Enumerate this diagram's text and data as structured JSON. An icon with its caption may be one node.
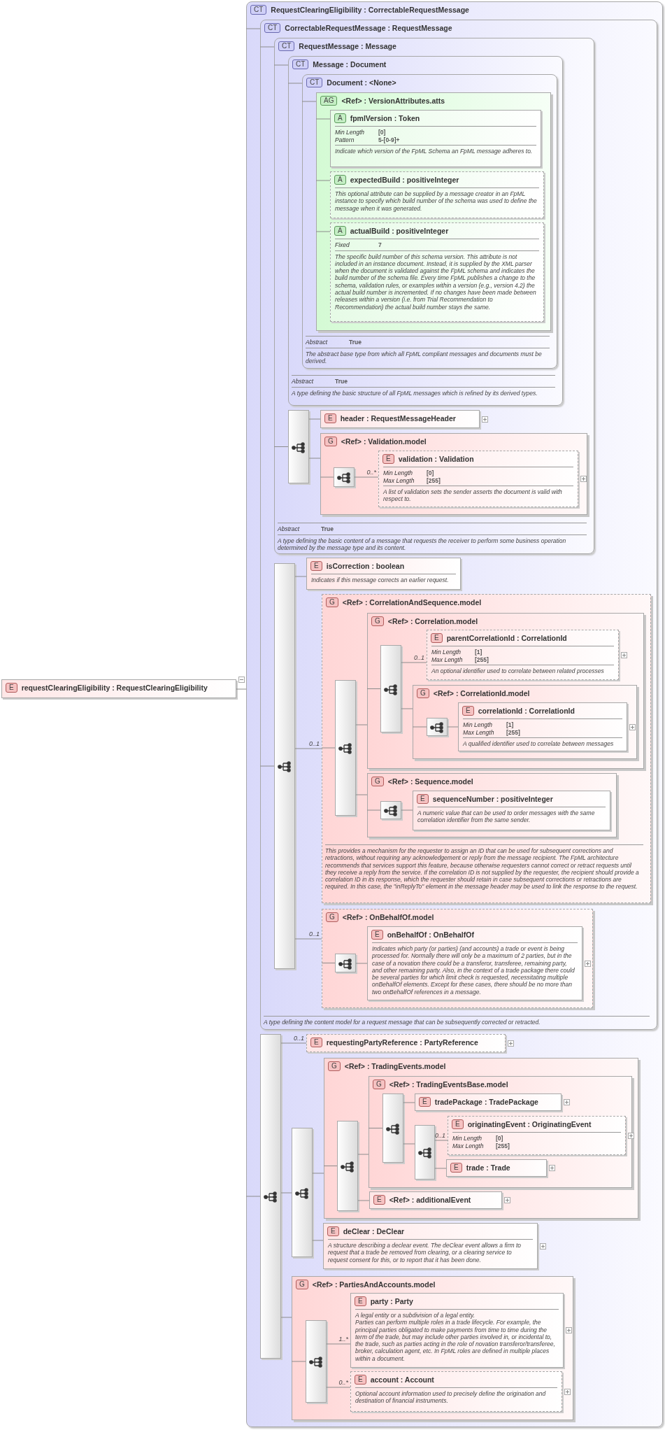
{
  "diagram": {
    "nodes": [
      {
        "text": [
          "E",
          "requestClearingEligibility : RequestClearingEligibility"
        ]
      },
      {
        "text": [
          "CT",
          "RequestClearingEligibility : CorrectableRequestMessage"
        ]
      },
      {
        "text": [
          "CT",
          "CorrectableRequestMessage : RequestMessage",
          "A type defining the content model for a request message that can be subsequently corrected or retracted."
        ],
        "in": 1
      },
      {
        "text": [
          "CT",
          "RequestMessage : Message",
          "Abstract",
          "True",
          "A type defining the basic content of a message that requests the receiver to perform some business operation determined by the message type and its content."
        ],
        "in": 2
      },
      {
        "text": [
          "CT",
          "Message : Document",
          "Abstract",
          "True",
          "A type defining the basic structure of all FpML messages which is refined by its derived types."
        ],
        "in": 3
      },
      {
        "text": [
          "CT",
          "Document : <None>",
          "Abstract",
          "True",
          "The abstract base type from which all FpML compliant messages and documents must be derived."
        ],
        "in": 4
      },
      {
        "text": [
          "AG",
          "<Ref> : VersionAttributes.atts"
        ],
        "in": 5
      },
      {
        "text": [
          "A",
          "fpmlVersion : Token",
          "Min Length",
          "[0]",
          "Pattern",
          "5-[0-9]+",
          "Indicate which version of the FpML Schema an FpML message adheres to."
        ],
        "in": 6
      },
      {
        "text": [
          "A",
          "expectedBuild : positiveInteger",
          "This optional attribute can be supplied by a message creator in an FpML instance to specify which build number of the schema was used to define the message when it was generated."
        ],
        "in": 6
      },
      {
        "text": [
          "A",
          "actualBuild : positiveInteger",
          "Fixed",
          "7",
          "The specific build number of this schema version. This attribute is not included in an instance document. Instead, it is supplied by the XML parser when the document is validated against the FpML schema and indicates the build number of the schema file. Every time FpML publishes a change to the schema, validation rules, or examples within a version (e.g., version 4.2) the actual build number is incremented. If no changes have been made between releases within a version (i.e. from Trial Recommendation to Recommendation) the actual build number stays the same."
        ],
        "in": 6
      },
      {
        "text": [],
        "shape": "box",
        "in": 3
      },
      {
        "text": [
          "E",
          "header : RequestMessageHeader"
        ],
        "in": 3
      },
      {
        "text": [
          "G",
          "<Ref> : Validation.model"
        ],
        "in": 3
      },
      {
        "text": [],
        "shape": "box",
        "in": 12
      },
      {
        "text": [
          "E",
          "validation : Validation",
          "Min Length",
          "[0]",
          "Max Length",
          "[255]",
          "A list of validation sets the sender asserts the document is valid with respect to."
        ],
        "in": 12
      },
      {
        "text": [],
        "shape": "box",
        "in": 2
      },
      {
        "text": [
          "E",
          "isCorrection : boolean",
          "Indicates if this message corrects an earlier request."
        ],
        "in": 2
      },
      {
        "text": [
          "G",
          "<Ref> : CorrelationAndSequence.model",
          "This provides a mechanism for the requester to assign an ID that can be used for subsequent corrections and retractions, without requiring any acknowledgement or reply from the message recipient. The FpML architecture recommends that services support this feature, because otherwise requesters cannot correct or retract requests until they receive a reply from the service. If the correlation ID is not supplied by the requester, the recipient should provide a correlation ID in its response, which the requester should retain in case subsequent corrections or retractions are required. In this case, the \"inReplyTo\" element in the message header may be used to link the response to the request."
        ],
        "in": 2
      },
      {
        "text": [],
        "shape": "box",
        "in": 17
      },
      {
        "text": [
          "G",
          "<Ref> : Correlation.model"
        ],
        "in": 17
      },
      {
        "text": [],
        "shape": "box",
        "in": 19
      },
      {
        "text": [
          "E",
          "parentCorrelationId : CorrelationId",
          "Min Length",
          "[1]",
          "Max Length",
          "[255]",
          "An optional identifier used to correlate between related processes"
        ],
        "in": 19
      },
      {
        "text": [
          "G",
          "<Ref> : CorrelationId.model"
        ],
        "in": 19
      },
      {
        "text": [],
        "shape": "box",
        "in": 22
      },
      {
        "text": [
          "E",
          "correlationId : CorrelationId",
          "Min Length",
          "[1]",
          "Max Length",
          "[255]",
          "A qualified identifier used to correlate between messages"
        ],
        "in": 22
      },
      {
        "text": [
          "G",
          "<Ref> : Sequence.model"
        ],
        "in": 17
      },
      {
        "text": [],
        "shape": "box",
        "in": 25
      },
      {
        "text": [
          "E",
          "sequenceNumber : positiveInteger",
          "A numeric value that can be used to order messages with the same correlation identifier from the same sender."
        ],
        "in": 25
      },
      {
        "text": [
          "G",
          "<Ref> : OnBehalfOf.model"
        ],
        "in": 2
      },
      {
        "text": [],
        "shape": "box",
        "in": 28
      },
      {
        "text": [
          "E",
          "onBehalfOf : OnBehalfOf",
          "Indicates which party (or parties) (and accounts) a trade or event is being processed for. Normally there will only be a maximum of 2 parties, but in the case of a novation there could be a transferor, transferee, remaining party, and other remaining party. Also, in the context of a trade package there could be several parties for which limit check is requested, necessitating multiple onBehalfOf elements. Except for these cases, there should be no more than two onBehalfOf references in a message."
        ],
        "in": 28
      },
      {
        "text": [],
        "shape": "box",
        "in": 1
      },
      {
        "text": [
          "E",
          "requestingPartyReference : PartyReference"
        ],
        "in": 1
      },
      {
        "text": [],
        "shape": "box",
        "in": 1
      },
      {
        "text": [
          "G",
          "<Ref> : TradingEvents.model"
        ],
        "in": 1
      },
      {
        "text": [],
        "shape": "box",
        "in": 34
      },
      {
        "text": [
          "G",
          "<Ref> : TradingEventsBase.model"
        ],
        "in": 34
      },
      {
        "text": [],
        "shape": "box",
        "in": 36
      },
      {
        "text": [
          "E",
          "tradePackage : TradePackage"
        ],
        "in": 36
      },
      {
        "text": [],
        "shape": "box",
        "in": 36
      },
      {
        "text": [
          "E",
          "originatingEvent : OriginatingEvent",
          "Min Length",
          "[0]",
          "Max Length",
          "[255]"
        ],
        "in": 36
      },
      {
        "text": [
          "E",
          "trade : Trade"
        ],
        "in": 36
      },
      {
        "text": [
          "E",
          "<Ref> : additionalEvent"
        ],
        "in": 34
      },
      {
        "text": [
          "E",
          "deClear : DeClear",
          "A structure describing a declear event. The deClear event allows a firm to request that a trade be removed from clearing, or a clearing service to request consent for this, or to report that it has been done."
        ],
        "in": 1
      },
      {
        "text": [
          "G",
          "<Ref> : PartiesAndAccounts.model"
        ],
        "in": 1
      },
      {
        "text": [],
        "shape": "box",
        "in": 44
      },
      {
        "text": [
          "E",
          "party : Party",
          "A legal entity or a subdivision of a legal entity.",
          "Parties can perform multiple roles in a trade lifecycle. For example, the principal parties obligated to make payments from time to time during the term of the trade, but may include other parties involved in, or incidental to, the trade, such as parties acting in the role of novation transferor/transferee, broker, calculation agent, etc. In FpML roles are defined in multiple places within a document."
        ],
        "in": 44
      },
      {
        "text": [
          "E",
          "account : Account",
          "Optional account information used to precisely define the origination and destination of financial instruments."
        ],
        "in": 44
      }
    ],
    "edges": [
      {
        "from": 0,
        "to": 1,
        "arrow": "none"
      },
      {
        "from": 1,
        "to": 2,
        "arrow": "none"
      },
      {
        "from": 1,
        "to": 31,
        "arrow": "none"
      },
      {
        "from": 2,
        "to": 3,
        "arrow": "none"
      },
      {
        "from": 2,
        "to": 15,
        "arrow": "none"
      },
      {
        "from": 3,
        "to": 4,
        "arrow": "none"
      },
      {
        "from": 3,
        "to": 10,
        "arrow": "none"
      },
      {
        "from": 4,
        "to": 5,
        "arrow": "none"
      },
      {
        "from": 5,
        "to": 6,
        "arrow": "none"
      },
      {
        "from": 6,
        "to": 7,
        "arrow": "none"
      },
      {
        "from": 6,
        "to": 8,
        "arrow": "none"
      },
      {
        "from": 6,
        "to": 9,
        "arrow": "none"
      },
      {
        "from": 10,
        "to": 11,
        "arrow": "none"
      },
      {
        "from": 10,
        "to": 12,
        "arrow": "none"
      },
      {
        "from": 12,
        "to": 13,
        "arrow": "none"
      },
      {
        "from": 13,
        "to": 14,
        "arrow": "none",
        "label": "0..*"
      },
      {
        "from": 15,
        "to": 16,
        "arrow": "none"
      },
      {
        "from": 15,
        "to": 17,
        "arrow": "none",
        "label": "0..1"
      },
      {
        "from": 15,
        "to": 28,
        "arrow": "none",
        "label": "0..1"
      },
      {
        "from": 17,
        "to": 18,
        "arrow": "none"
      },
      {
        "from": 18,
        "to": 19,
        "arrow": "none"
      },
      {
        "from": 18,
        "to": 25,
        "arrow": "none"
      },
      {
        "from": 19,
        "to": 20,
        "arrow": "none"
      },
      {
        "from": 20,
        "to": 21,
        "arrow": "none",
        "label": "0..1"
      },
      {
        "from": 20,
        "to": 22,
        "arrow": "none"
      },
      {
        "from": 22,
        "to": 23,
        "arrow": "none"
      },
      {
        "from": 23,
        "to": 24,
        "arrow": "none"
      },
      {
        "from": 25,
        "to": 26,
        "arrow": "none"
      },
      {
        "from": 26,
        "to": 27,
        "arrow": "none"
      },
      {
        "from": 28,
        "to": 29,
        "arrow": "none"
      },
      {
        "from": 29,
        "to": 30,
        "arrow": "none"
      },
      {
        "from": 31,
        "to": 32,
        "arrow": "none",
        "label": "0..1"
      },
      {
        "from": 31,
        "to": 33,
        "arrow": "none"
      },
      {
        "from": 31,
        "to": 44,
        "arrow": "none"
      },
      {
        "from": 33,
        "to": 34,
        "arrow": "none"
      },
      {
        "from": 33,
        "to": 43,
        "arrow": "none"
      },
      {
        "from": 34,
        "to": 35,
        "arrow": "none"
      },
      {
        "from": 35,
        "to": 36,
        "arrow": "none"
      },
      {
        "from": 35,
        "to": 42,
        "arrow": "none"
      },
      {
        "from": 36,
        "to": 37,
        "arrow": "none"
      },
      {
        "from": 37,
        "to": 38,
        "arrow": "none"
      },
      {
        "from": 37,
        "to": 39,
        "arrow": "none"
      },
      {
        "from": 39,
        "to": 40,
        "arrow": "none",
        "label": "0..1"
      },
      {
        "from": 39,
        "to": 41,
        "arrow": "none"
      },
      {
        "from": 44,
        "to": 45,
        "arrow": "none"
      },
      {
        "from": 45,
        "to": 46,
        "arrow": "none",
        "label": "1..*"
      },
      {
        "from": 45,
        "to": 47,
        "arrow": "none",
        "label": "0..*"
      }
    ]
  }
}
